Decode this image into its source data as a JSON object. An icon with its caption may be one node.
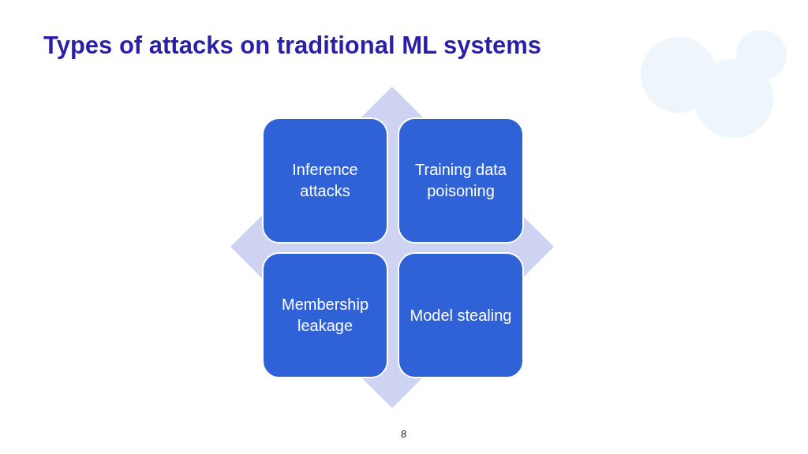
{
  "diagram": {
    "title": "Types of attacks on traditional ML systems",
    "nodes": [
      {
        "text": [
          "Inference attacks"
        ]
      },
      {
        "text": [
          "Training data poisoning"
        ]
      },
      {
        "text": [
          "Membership leakage"
        ]
      },
      {
        "text": [
          "Model stealing"
        ]
      }
    ],
    "labels": [
      "8"
    ]
  }
}
